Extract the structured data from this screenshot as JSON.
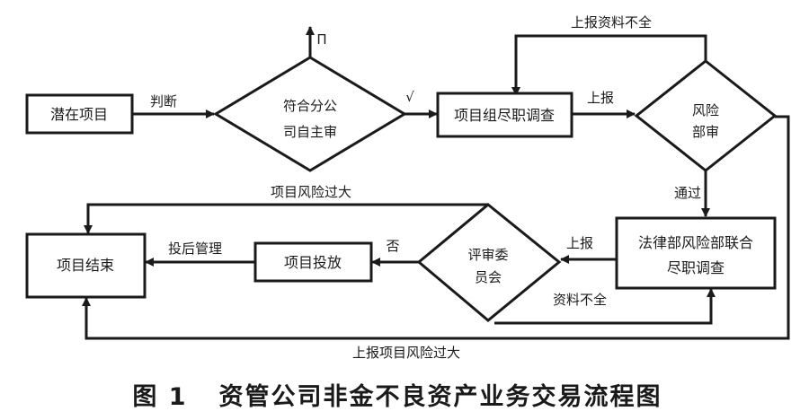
{
  "nodes": {
    "potential_project": "潜在项目",
    "fit_strategy_line1": "符合分公",
    "fit_strategy_line2": "司自主审",
    "team_due_diligence": "项目组尽职调查",
    "risk_review_line1": "风险",
    "risk_review_line2": "部审",
    "legal_risk_line1": "法律部风险部联合",
    "legal_risk_line2": "尽职调查",
    "committee_line1": "评审委",
    "committee_line2": "员会",
    "project_investment": "项目投放",
    "project_end": "项目结束"
  },
  "edges": {
    "judge": "判断",
    "fit_yes_mark": "√",
    "fit_no_mark": "П",
    "report_1": "上报",
    "incomplete_top": "上报资料不全",
    "passed": "通过",
    "report_2": "上报",
    "committee_no_mark": "否",
    "post_management": "投后管理",
    "project_risk_too_high": "项目风险过大",
    "incomplete_bottom": "资料不全",
    "report_project_risk_too_high": "上报项目风险过大"
  },
  "caption": {
    "figure_no": "图 1",
    "title": "资管公司非金不良资产业务交易流程图"
  }
}
